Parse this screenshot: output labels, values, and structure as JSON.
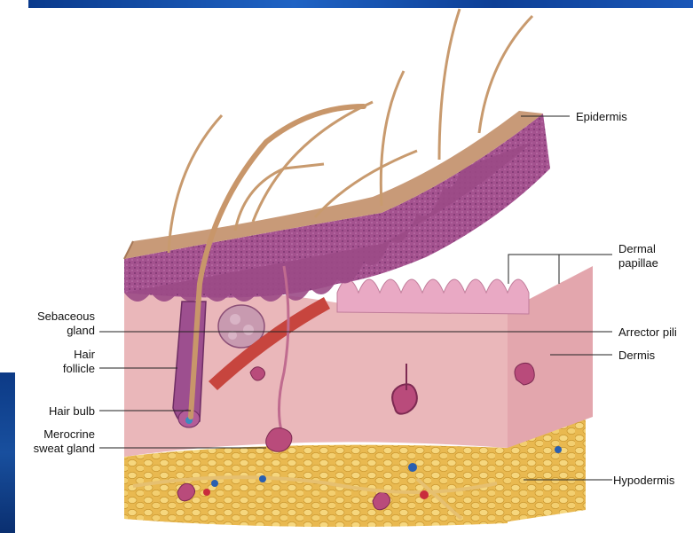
{
  "labels": {
    "epidermis": "Epidermis",
    "dermal_papillae_line1": "Dermal",
    "dermal_papillae_line2": "papillae",
    "arrector_pili": "Arrector pili",
    "dermis": "Dermis",
    "hypodermis": "Hypodermis",
    "sebaceous_gland_line1": "Sebaceous",
    "sebaceous_gland_line2": "gland",
    "hair_follicle_line1": "Hair",
    "hair_follicle_line2": "follicle",
    "hair_bulb": "Hair bulb",
    "merocrine_sweat_gland_line1": "Merocrine",
    "merocrine_sweat_gland_line2": "sweat gland"
  },
  "colors": {
    "epidermis_surface": "#c89a78",
    "epidermis_layer": "#9b4a86",
    "dermis": "#eab7ba",
    "dermis_side": "#e3a6ad",
    "papillae": "#e9a9c4",
    "hypodermis_fat": "#f0cc6a",
    "hair": "#c8966a",
    "follicle": "#9d4f8f",
    "muscle": "#c7453e",
    "sweat_gland": "#b94b7b",
    "accent_band": "#1a57b8"
  }
}
